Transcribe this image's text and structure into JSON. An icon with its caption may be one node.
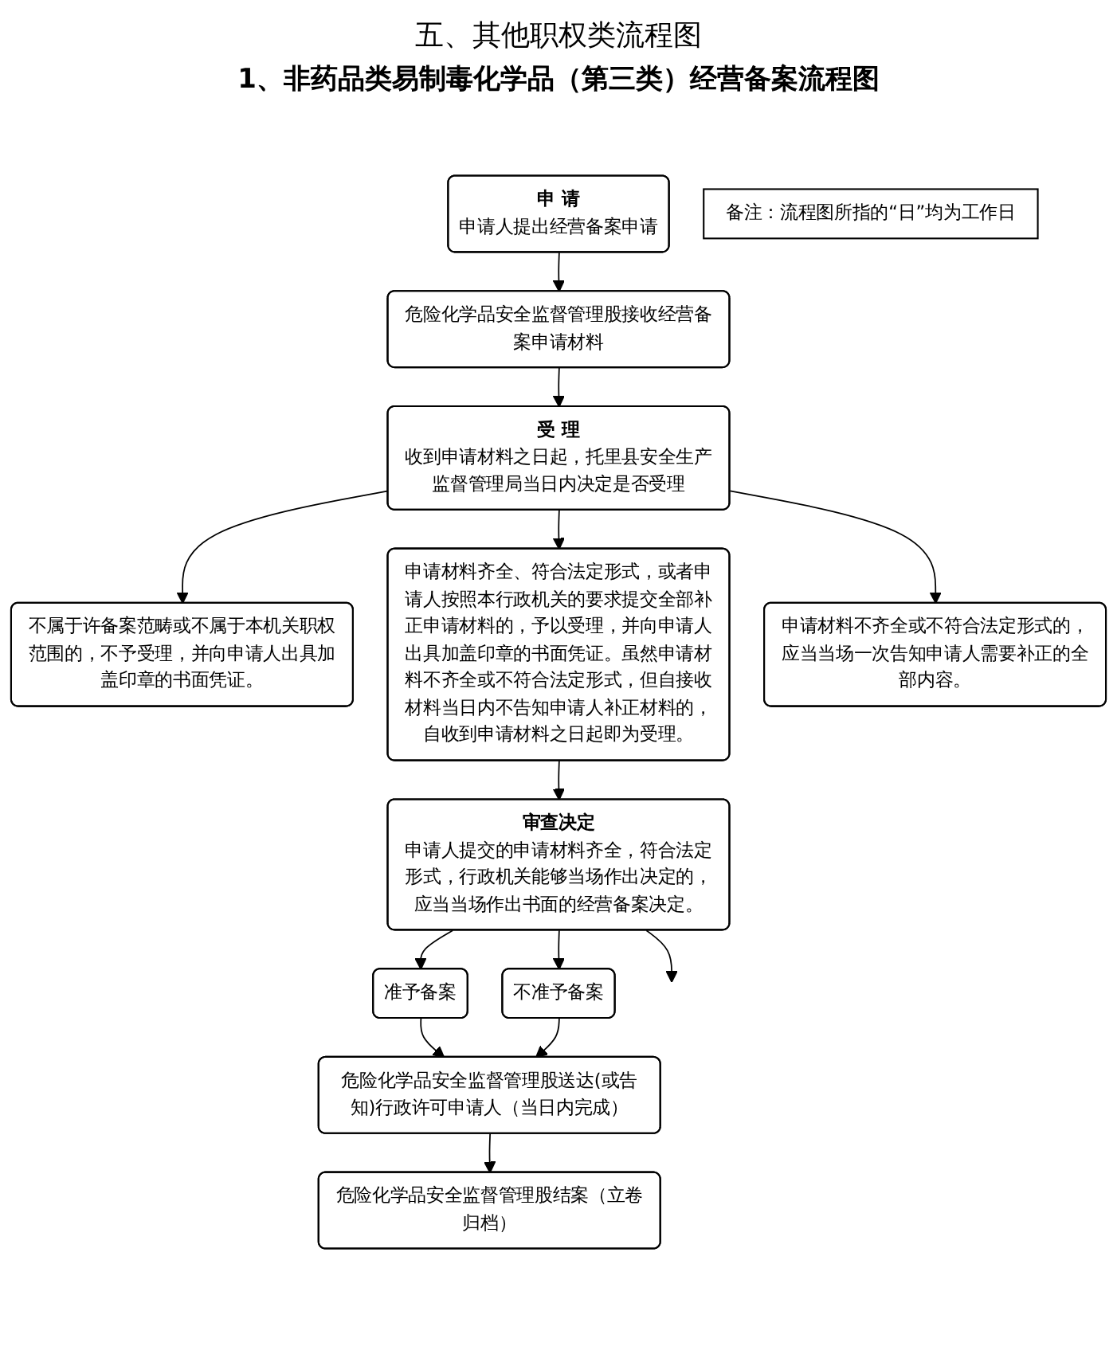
{
  "diagram": {
    "title": "五、其他职权类流程图",
    "nodes": [
      {
        "text": [
          "申 请",
          "申请人提出经营备案申请"
        ]
      },
      {
        "text": [
          "危险化学品安全监督管理股接收经营备案申请材料"
        ]
      },
      {
        "text": [
          "受 理",
          "收到申请材料之日起，托里县安全生产监督管理局当日内决定是否受理"
        ]
      },
      {
        "text": [
          "不属于许备案范畴或不属于本机关职权范围的，不予受理，并向申请人出具加盖印章的书面凭证。"
        ]
      },
      {
        "text": [
          "申请材料齐全、符合法定形式，或者申请人按照本行政机关的要求提交全部补正申请材料的，予以受理，并向申请人出具加盖印章的书面凭证。虽然申请材料不齐全或不符合法定形式，但自接收材料当日内不告知申请人补正材料的，自收到申请材料之日起即为受理。"
        ]
      },
      {
        "text": [
          "申请材料不齐全或不符合法定形式的，应当当场一次告知申请人需要补正的全部内容。"
        ]
      },
      {
        "text": [
          "审查决定",
          "申请人提交的申请材料齐全，符合法定形式，行政机关能够当场作出决定的，应当当场作出书面的经营备案决定。"
        ]
      },
      {
        "text": [
          "准予备案"
        ]
      },
      {
        "text": [
          "不准予备案"
        ]
      },
      {
        "text": [
          "危险化学品安全监督管理股送达(或告知)行政许可申请人（当日内完成）"
        ]
      },
      {
        "text": [
          "危险化学品安全监督管理股结案（立卷归档）"
        ]
      },
      {
        "text": [
          "备注：流程图所指的“日”均为工作日"
        ]
      }
    ],
    "edges": [
      {
        "from": 0,
        "to": 1,
        "arrow": "to"
      },
      {
        "from": 1,
        "to": 2,
        "arrow": "to"
      },
      {
        "from": 2,
        "to": 3,
        "arrow": "to"
      },
      {
        "from": 2,
        "to": 4,
        "arrow": "to"
      },
      {
        "from": 2,
        "to": 5,
        "arrow": "to"
      },
      {
        "from": 4,
        "to": 6,
        "arrow": "to"
      },
      {
        "from": 6,
        "to": null,
        "arrow": "to"
      },
      {
        "from": 6,
        "to": 7,
        "arrow": "to"
      },
      {
        "from": 6,
        "to": 8,
        "arrow": "to"
      },
      {
        "from": 7,
        "to": 9,
        "arrow": "to"
      },
      {
        "from": 8,
        "to": 9,
        "arrow": "to"
      },
      {
        "from": 9,
        "to": 10,
        "arrow": "to"
      }
    ],
    "labels": [
      "1、非药品类易制毒化学品（第三类）经营备案流程图"
    ]
  }
}
